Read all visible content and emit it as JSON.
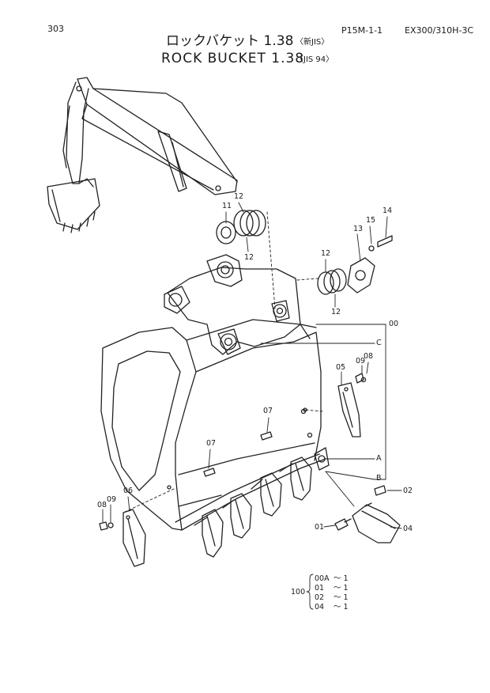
{
  "header": {
    "page_number": "303",
    "catalog_code": "P15M-1-1",
    "model": "EX300/310H-3C"
  },
  "title": {
    "jp_main": "ロックバケット 1.38",
    "jp_sub": "〈新JIS〉",
    "en_main": "ROCK  BUCKET  1.38",
    "en_sub": "〈JIS 94〉"
  },
  "callouts": {
    "c11": "11",
    "c12a": "12",
    "c12b": "12",
    "c12c": "12",
    "c12d": "12",
    "c13": "13",
    "c14": "14",
    "c15": "15",
    "c00": "00",
    "cC": "C",
    "cA": "A",
    "cB": "B",
    "c05": "05",
    "c09a": "09",
    "c08a": "08",
    "c07a": "07",
    "c07b": "07",
    "c06": "06",
    "c08b": "08",
    "c09b": "09",
    "c02": "02",
    "c01": "01",
    "c04": "04"
  },
  "legend": {
    "group": "100",
    "rows": [
      {
        "part": "00A",
        "qty": "～ 1"
      },
      {
        "part": "01",
        "qty": "～ 1"
      },
      {
        "part": "02",
        "qty": "～ 1"
      },
      {
        "part": "04",
        "qty": "～ 1"
      }
    ]
  }
}
